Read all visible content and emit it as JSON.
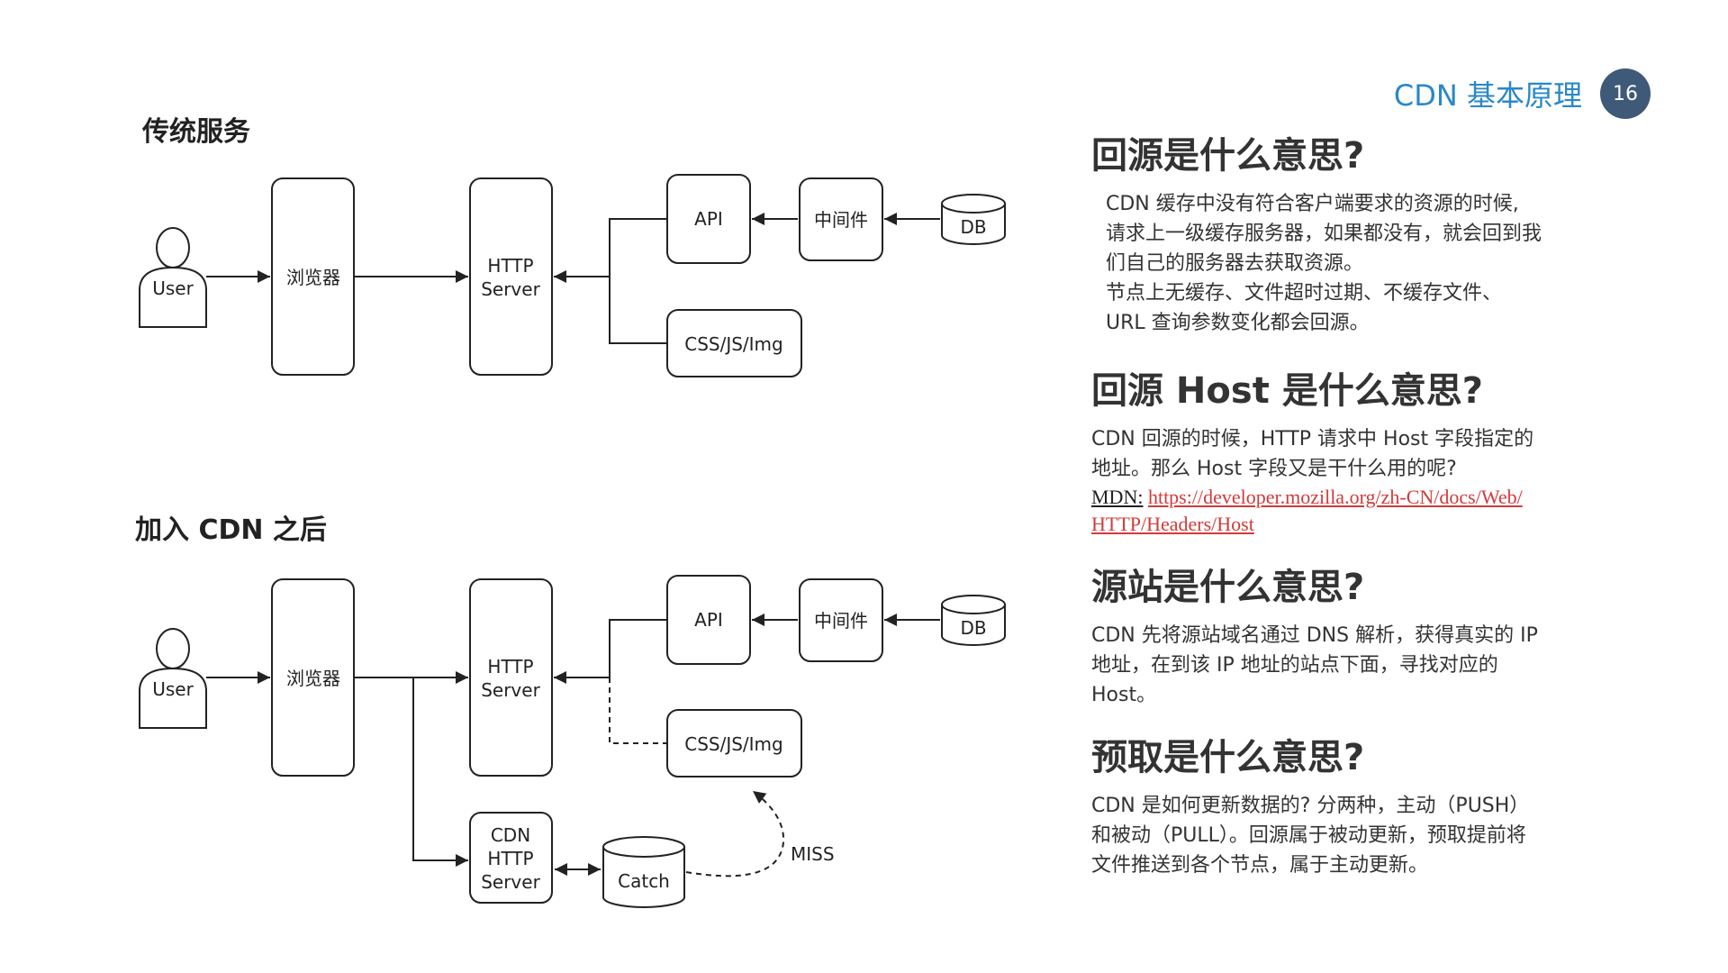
{
  "header": {
    "title": "CDN 基本原理",
    "page_number": "16"
  },
  "diagram": {
    "traditional": {
      "title": "传统服务",
      "user": "User",
      "browser": "浏览器",
      "http_server": [
        "HTTP",
        "Server"
      ],
      "api": "API",
      "middleware": "中间件",
      "db": "DB",
      "static": "CSS/JS/Img"
    },
    "with_cdn": {
      "title": "加入 CDN 之后",
      "user": "User",
      "browser": "浏览器",
      "http_server": [
        "HTTP",
        "Server"
      ],
      "api": "API",
      "middleware": "中间件",
      "db": "DB",
      "static": "CSS/JS/Img",
      "cdn_server": [
        "CDN",
        "HTTP",
        "Server"
      ],
      "cache": "Catch",
      "miss": "MISS"
    }
  },
  "faq": [
    {
      "title": "回源是什么意思?",
      "lines": [
        "CDN 缓存中没有符合客户端要求的资源的时候,",
        "请求上一级缓存服务器，如果都没有，就会回到我",
        "们自己的服务器去获取资源。",
        "节点上无缓存、文件超时过期、不缓存文件、",
        "URL 查询参数变化都会回源。"
      ]
    },
    {
      "title": "回源 Host 是什么意思?",
      "lines": [
        "CDN 回源的时候，HTTP 请求中 Host 字段指定的",
        "地址。那么 Host 字段又是干什么用的呢?"
      ],
      "link_label": "MDN:",
      "link_line1": "https://developer.mozilla.org/zh-CN/docs/Web/",
      "link_line2": "HTTP/Headers/Host"
    },
    {
      "title": "源站是什么意思?",
      "lines": [
        "CDN 先将源站域名通过 DNS 解析，获得真实的 IP",
        "地址，在到该 IP 地址的站点下面，寻找对应的",
        "Host。"
      ]
    },
    {
      "title": "预取是什么意思?",
      "lines": [
        "CDN 是如何更新数据的? 分两种，主动（PUSH）",
        "和被动（PULL）。回源属于被动更新，预取提前将",
        "文件推送到各个节点，属于主动更新。"
      ]
    }
  ]
}
